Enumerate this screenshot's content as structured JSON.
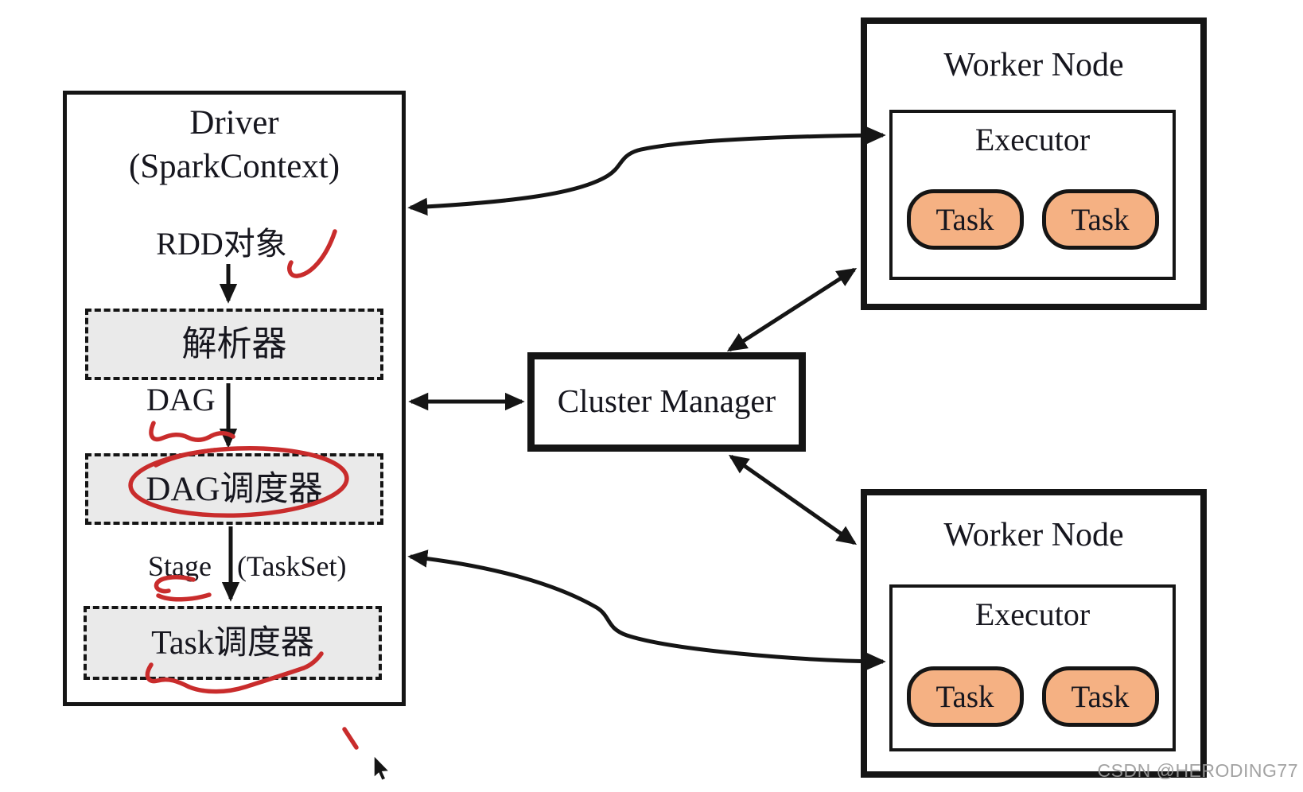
{
  "colors": {
    "line_black": "#151515",
    "text_black": "#16161e",
    "panel_gray": "#EAEAEA",
    "task_fill": "#F5B183",
    "ink_red": "#C92C2C",
    "watermark_gray": "#9B9B9B"
  },
  "driver": {
    "title_line1": "Driver",
    "title_line2": "(SparkContext)",
    "rdd_label": "RDD对象",
    "parser_label": "解析器",
    "dag_label": "DAG",
    "dag_scheduler_label": "DAG调度器",
    "stage_label": "Stage",
    "taskset_label": "(TaskSet)",
    "task_scheduler_label": "Task调度器"
  },
  "cluster_manager": {
    "label": "Cluster Manager"
  },
  "worker_nodes": [
    {
      "title": "Worker Node",
      "executor": {
        "title": "Executor",
        "tasks": [
          "Task",
          "Task"
        ]
      }
    },
    {
      "title": "Worker Node",
      "executor": {
        "title": "Executor",
        "tasks": [
          "Task",
          "Task"
        ]
      }
    }
  ],
  "watermark": "CSDN @HERODING77"
}
